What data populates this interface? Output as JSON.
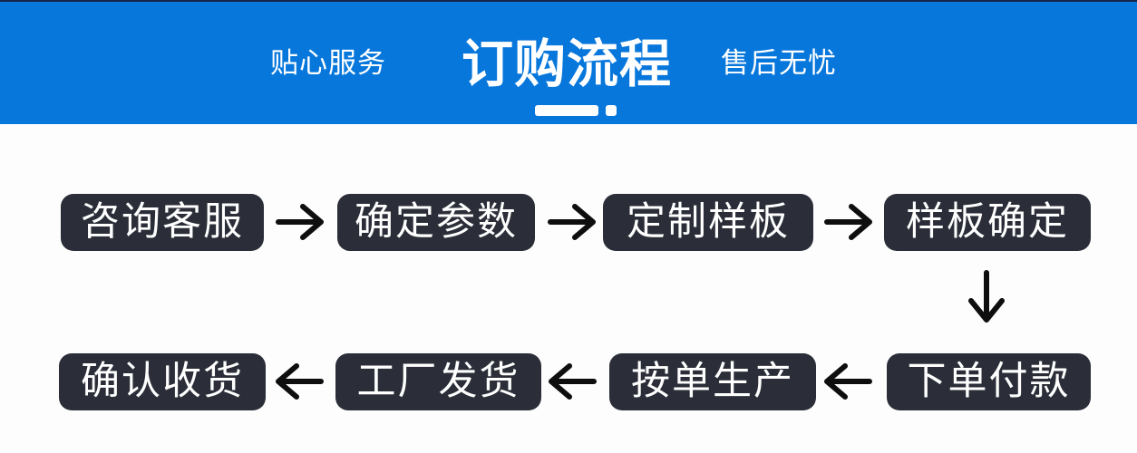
{
  "colors": {
    "banner-bg": "#0777DC",
    "banner-top-line": "#16244A",
    "page-bg": "#FDFDFD",
    "box-bg": "#2B2E38",
    "text-light": "#FFFFFF",
    "arrow": "#0E0E0E"
  },
  "banner": {
    "left_label": "贴心服务",
    "title": "订购流程",
    "right_label": "售后无忧"
  },
  "flow": {
    "row1": [
      "咨询客服",
      "确定参数",
      "定制样板",
      "样板确定"
    ],
    "row2": [
      "确认收货",
      "工厂发货",
      "按单生产",
      "下单付款"
    ]
  }
}
